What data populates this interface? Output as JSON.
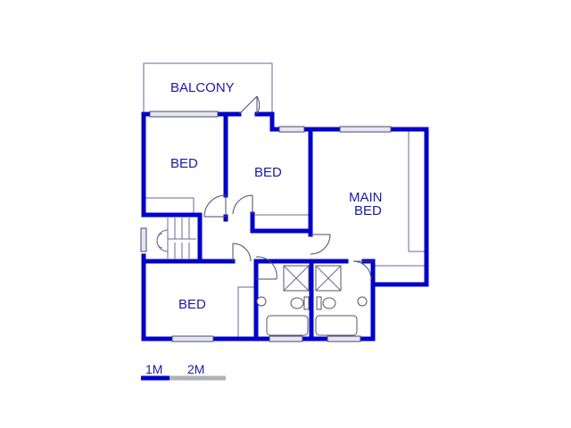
{
  "rooms": {
    "balcony": "BALCONY",
    "bed_top_left": "BED",
    "bed_top_mid": "BED",
    "main_bed_line1": "MAIN",
    "main_bed_line2": "BED",
    "bed_bottom_left": "BED"
  },
  "scale_bar": {
    "label_1": "1M",
    "label_2": "2M",
    "color_primary": "#0000c8",
    "color_secondary": "#b0b0b8"
  },
  "colors": {
    "wall": "#0000c8",
    "text": "#1a1aa8"
  }
}
